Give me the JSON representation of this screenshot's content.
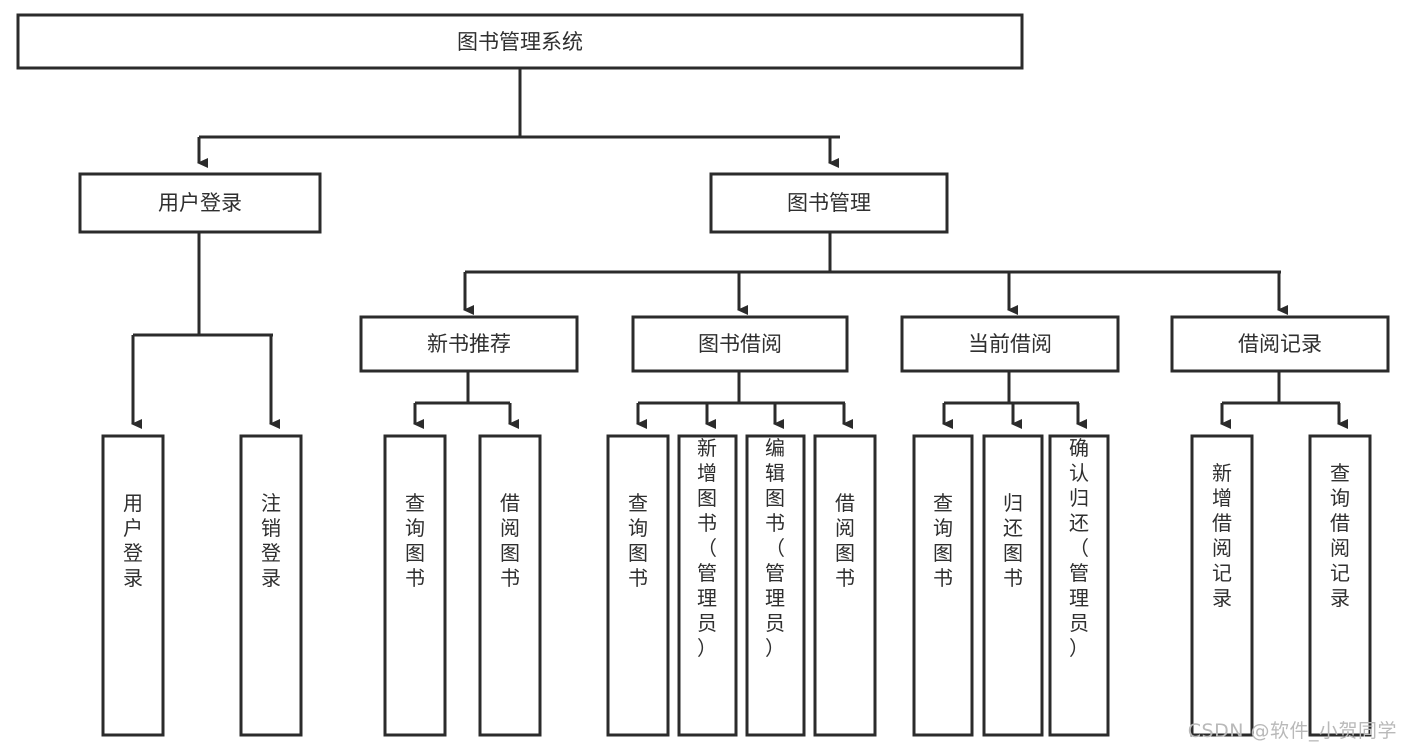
{
  "diagram": {
    "type": "tree-hierarchy-chart",
    "title": "图书管理系统",
    "orientation": "top-down",
    "colors": {
      "box_fill": "#ffffff",
      "box_stroke": "#2b2b2b",
      "text": "#2f2f2f",
      "connector": "#2b2b2b",
      "watermark": "#b9b9b9",
      "background": "#ffffff"
    },
    "levels": [
      {
        "level": 1,
        "nodes": [
          {
            "id": "root",
            "label": "图书管理系统",
            "orientation": "horizontal"
          }
        ]
      },
      {
        "level": 2,
        "nodes": [
          {
            "id": "user-login",
            "label": "用户登录",
            "orientation": "horizontal",
            "parent": "root"
          },
          {
            "id": "book-manage",
            "label": "图书管理",
            "orientation": "horizontal",
            "parent": "root"
          }
        ]
      },
      {
        "level": 3,
        "nodes": [
          {
            "id": "new-book-rec",
            "label": "新书推荐",
            "orientation": "horizontal",
            "parent": "book-manage"
          },
          {
            "id": "book-borrow",
            "label": "图书借阅",
            "orientation": "horizontal",
            "parent": "book-manage"
          },
          {
            "id": "current-borrow",
            "label": "当前借阅",
            "orientation": "horizontal",
            "parent": "book-manage"
          },
          {
            "id": "borrow-record",
            "label": "借阅记录",
            "orientation": "horizontal",
            "parent": "book-manage"
          }
        ]
      },
      {
        "level": 4,
        "nodes": [
          {
            "id": "leaf-user-login",
            "label": "用户登录",
            "orientation": "vertical",
            "parent": "user-login"
          },
          {
            "id": "leaf-logout",
            "label": "注销登录",
            "orientation": "vertical",
            "parent": "user-login"
          },
          {
            "id": "leaf-query-book-1",
            "label": "查询图书",
            "orientation": "vertical",
            "parent": "new-book-rec"
          },
          {
            "id": "leaf-borrow-book-1",
            "label": "借阅图书",
            "orientation": "vertical",
            "parent": "new-book-rec"
          },
          {
            "id": "leaf-query-book-2",
            "label": "查询图书",
            "orientation": "vertical",
            "parent": "book-borrow"
          },
          {
            "id": "leaf-add-book",
            "label": "新增图书（管理员）",
            "orientation": "vertical",
            "parent": "book-borrow"
          },
          {
            "id": "leaf-edit-book",
            "label": "编辑图书（管理员）",
            "orientation": "vertical",
            "parent": "book-borrow"
          },
          {
            "id": "leaf-borrow-book-2",
            "label": "借阅图书",
            "orientation": "vertical",
            "parent": "book-borrow"
          },
          {
            "id": "leaf-query-book-3",
            "label": "查询图书",
            "orientation": "vertical",
            "parent": "current-borrow"
          },
          {
            "id": "leaf-return-book",
            "label": "归还图书",
            "orientation": "vertical",
            "parent": "current-borrow"
          },
          {
            "id": "leaf-confirm-return",
            "label": "确认归还（管理员）",
            "orientation": "vertical",
            "parent": "current-borrow"
          },
          {
            "id": "leaf-add-record",
            "label": "新增借阅记录",
            "orientation": "vertical",
            "parent": "borrow-record"
          },
          {
            "id": "leaf-query-record",
            "label": "查询借阅记录",
            "orientation": "vertical",
            "parent": "borrow-record"
          }
        ]
      }
    ]
  },
  "watermark": {
    "text": "CSDN @软件_小贺同学"
  }
}
